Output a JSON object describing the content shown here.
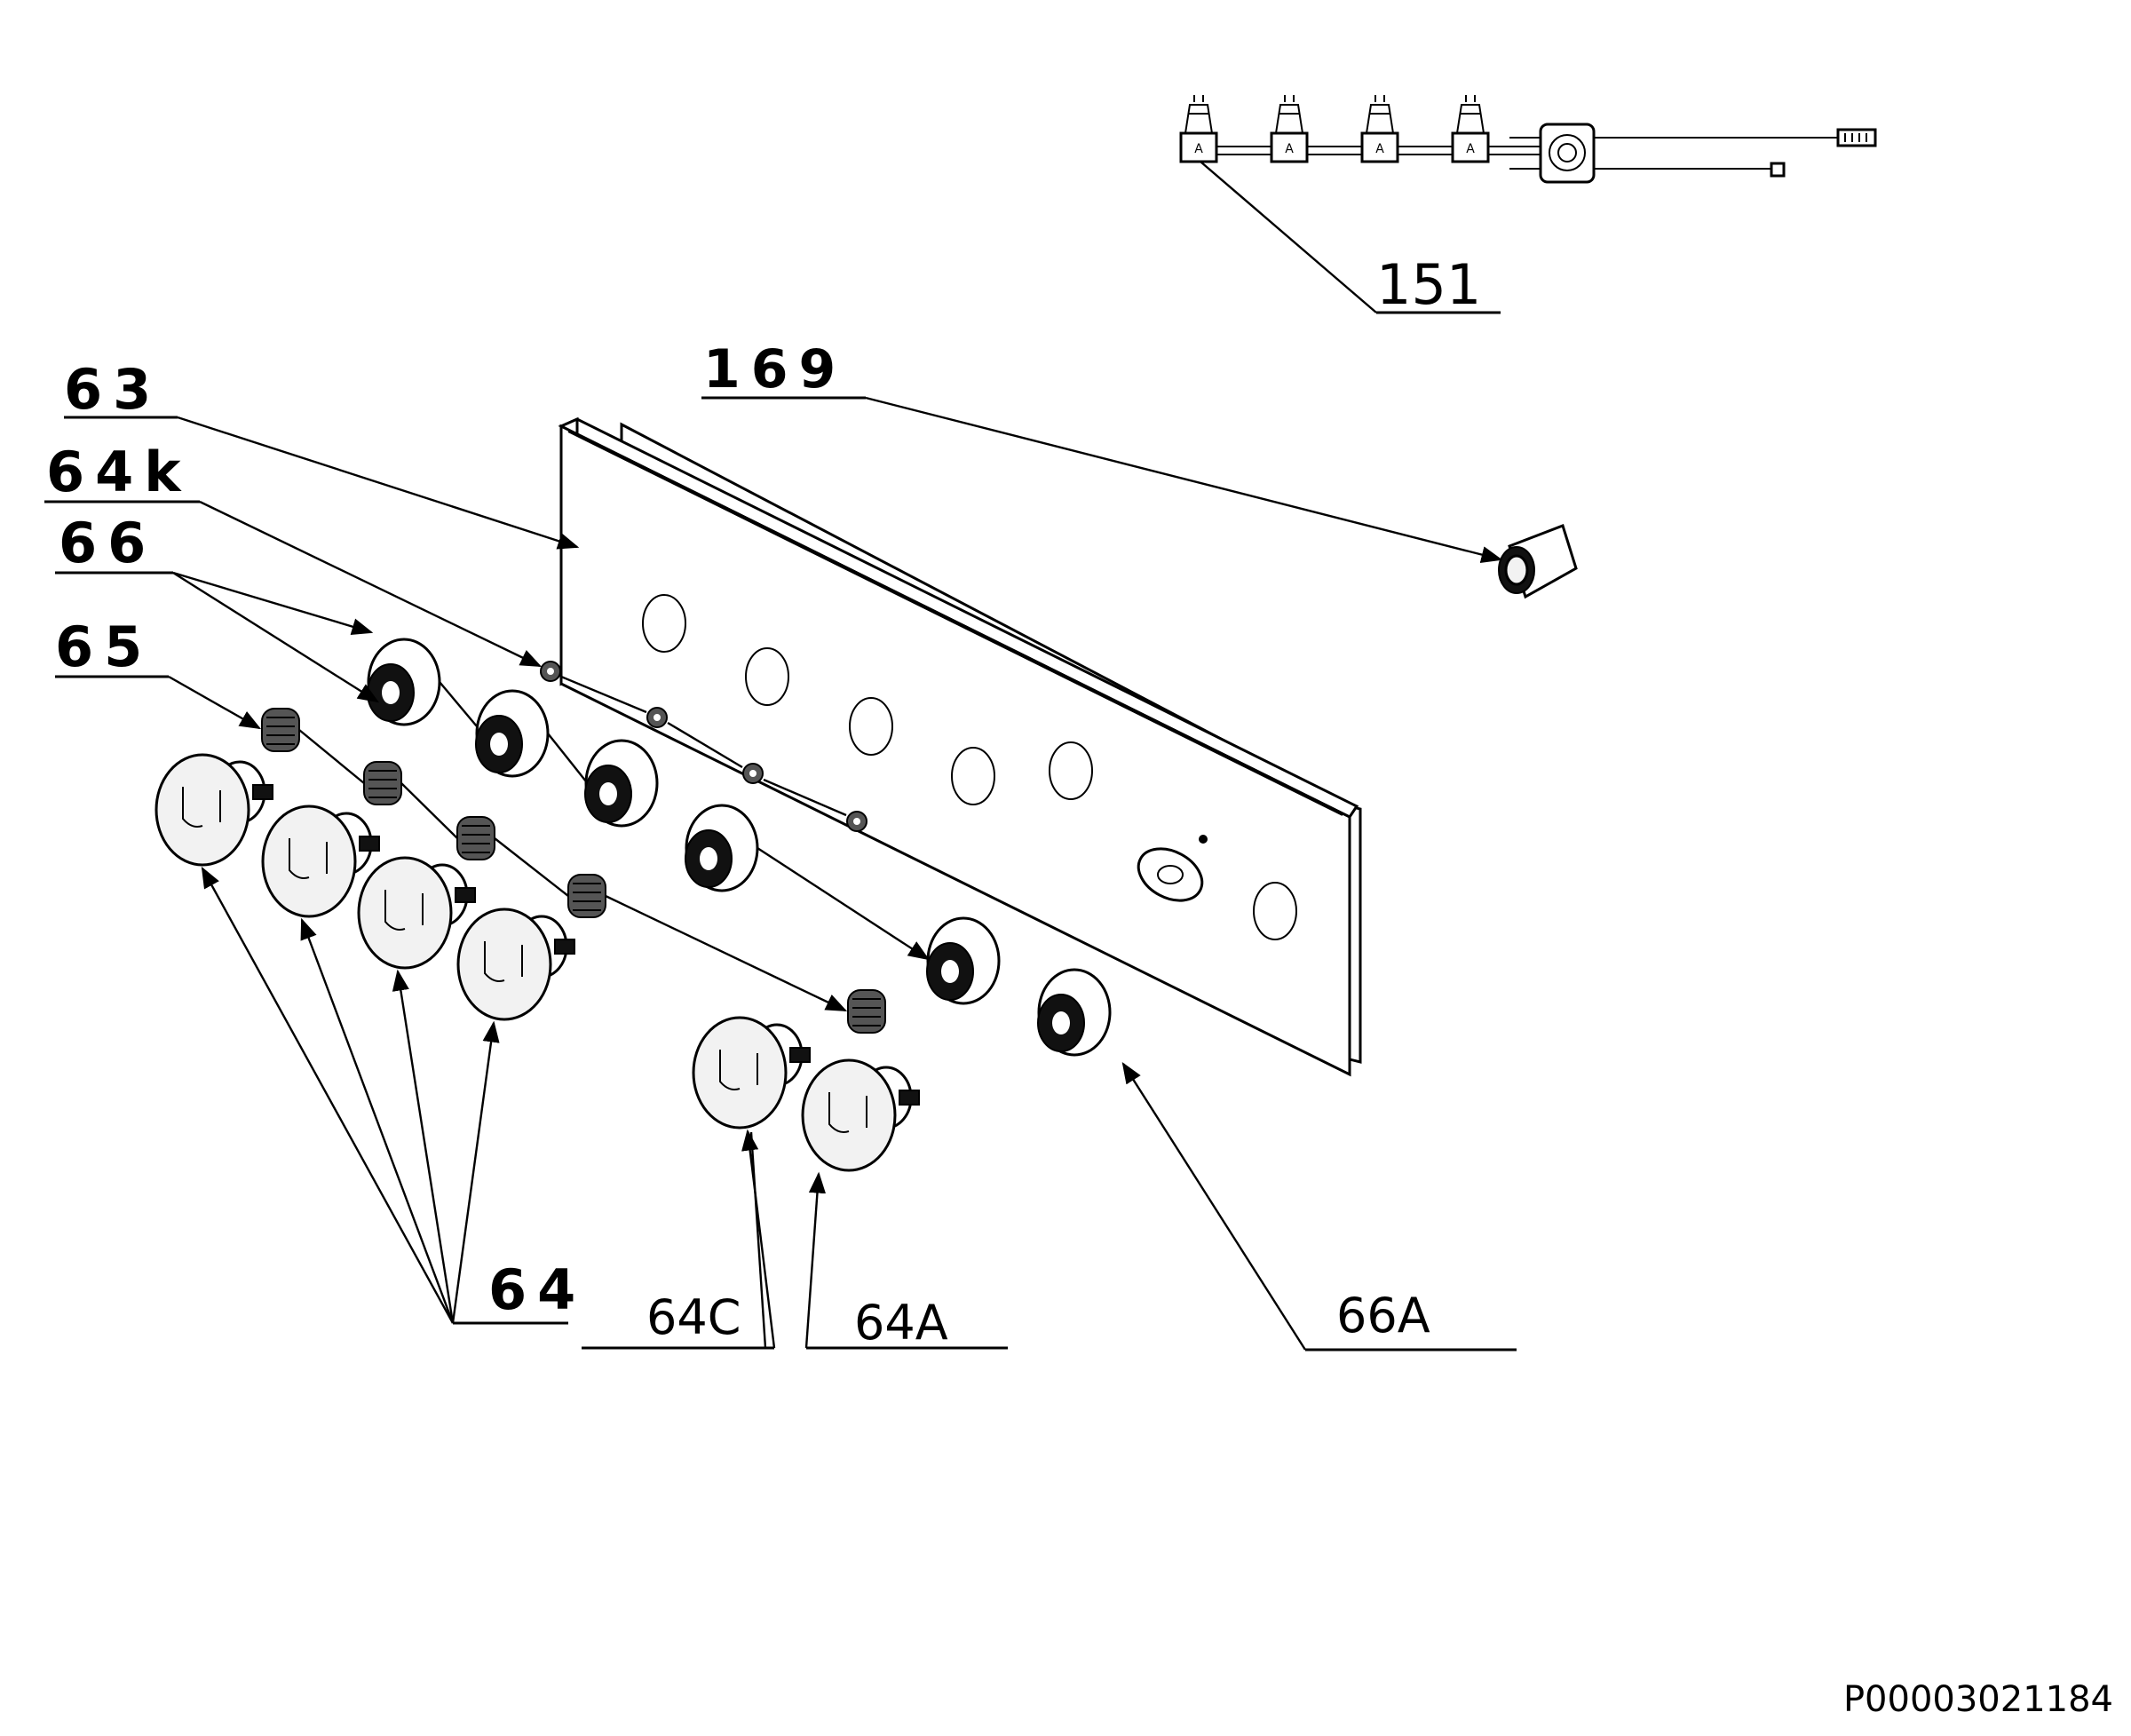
{
  "labels": {
    "p151": "151",
    "p169": "169",
    "p63": "63",
    "p64k": "64k",
    "p66": "66",
    "p65": "65",
    "p64": "64",
    "p64C": "64C",
    "p64A": "64A",
    "p66A": "66A"
  },
  "harness_tags": [
    "A",
    "A",
    "A",
    "A"
  ],
  "catalog_number": "P00003021184"
}
